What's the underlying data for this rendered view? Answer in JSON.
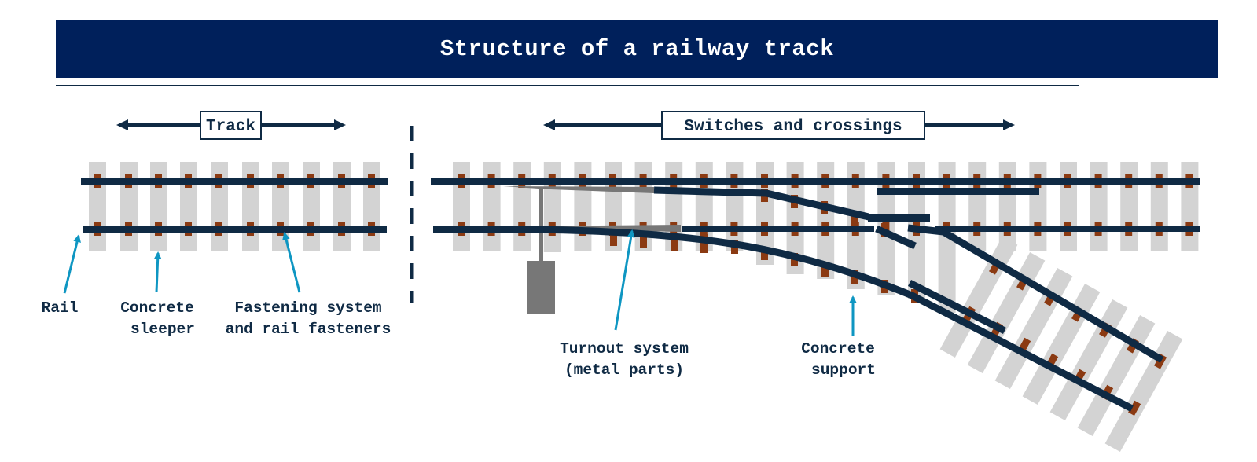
{
  "title": "Structure of a railway track",
  "colors": {
    "banner": "#00205b",
    "rail": "#0f2a44",
    "sleeper": "#d3d3d3",
    "fastener": "#8b3a12",
    "callout": "#0e96c2",
    "metal_parts": "#777777"
  },
  "sections": {
    "track": {
      "label": "Track"
    },
    "switches": {
      "label": "Switches and crossings"
    }
  },
  "callouts": {
    "rail": {
      "lines": [
        "Rail"
      ]
    },
    "concrete_sleeper": {
      "lines": [
        "Concrete",
        "sleeper"
      ]
    },
    "fastening": {
      "lines": [
        "Fastening system",
        "and rail fasteners"
      ]
    },
    "turnout": {
      "lines": [
        "Turnout system",
        "(metal parts)"
      ]
    },
    "concrete_support": {
      "lines": [
        "Concrete",
        "support"
      ]
    }
  }
}
